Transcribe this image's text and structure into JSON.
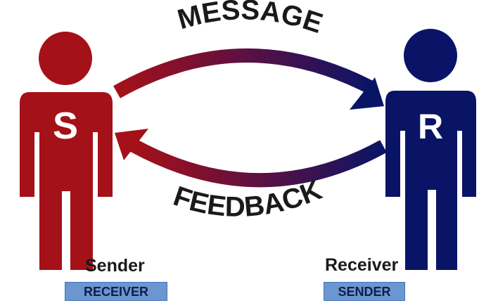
{
  "diagram": {
    "arc_top_label": "MESSAGE",
    "arc_bottom_label": "FEEDBACK",
    "sender": {
      "initial": "S",
      "caption": "Sender",
      "role": "RECEIVER",
      "color": "#a51119"
    },
    "receiver": {
      "initial": "R",
      "caption": "Receiver",
      "role": "SENDER",
      "color": "#0a1466"
    },
    "role_box_color": "#6c96cf",
    "label_color": "#1a1a1a"
  }
}
